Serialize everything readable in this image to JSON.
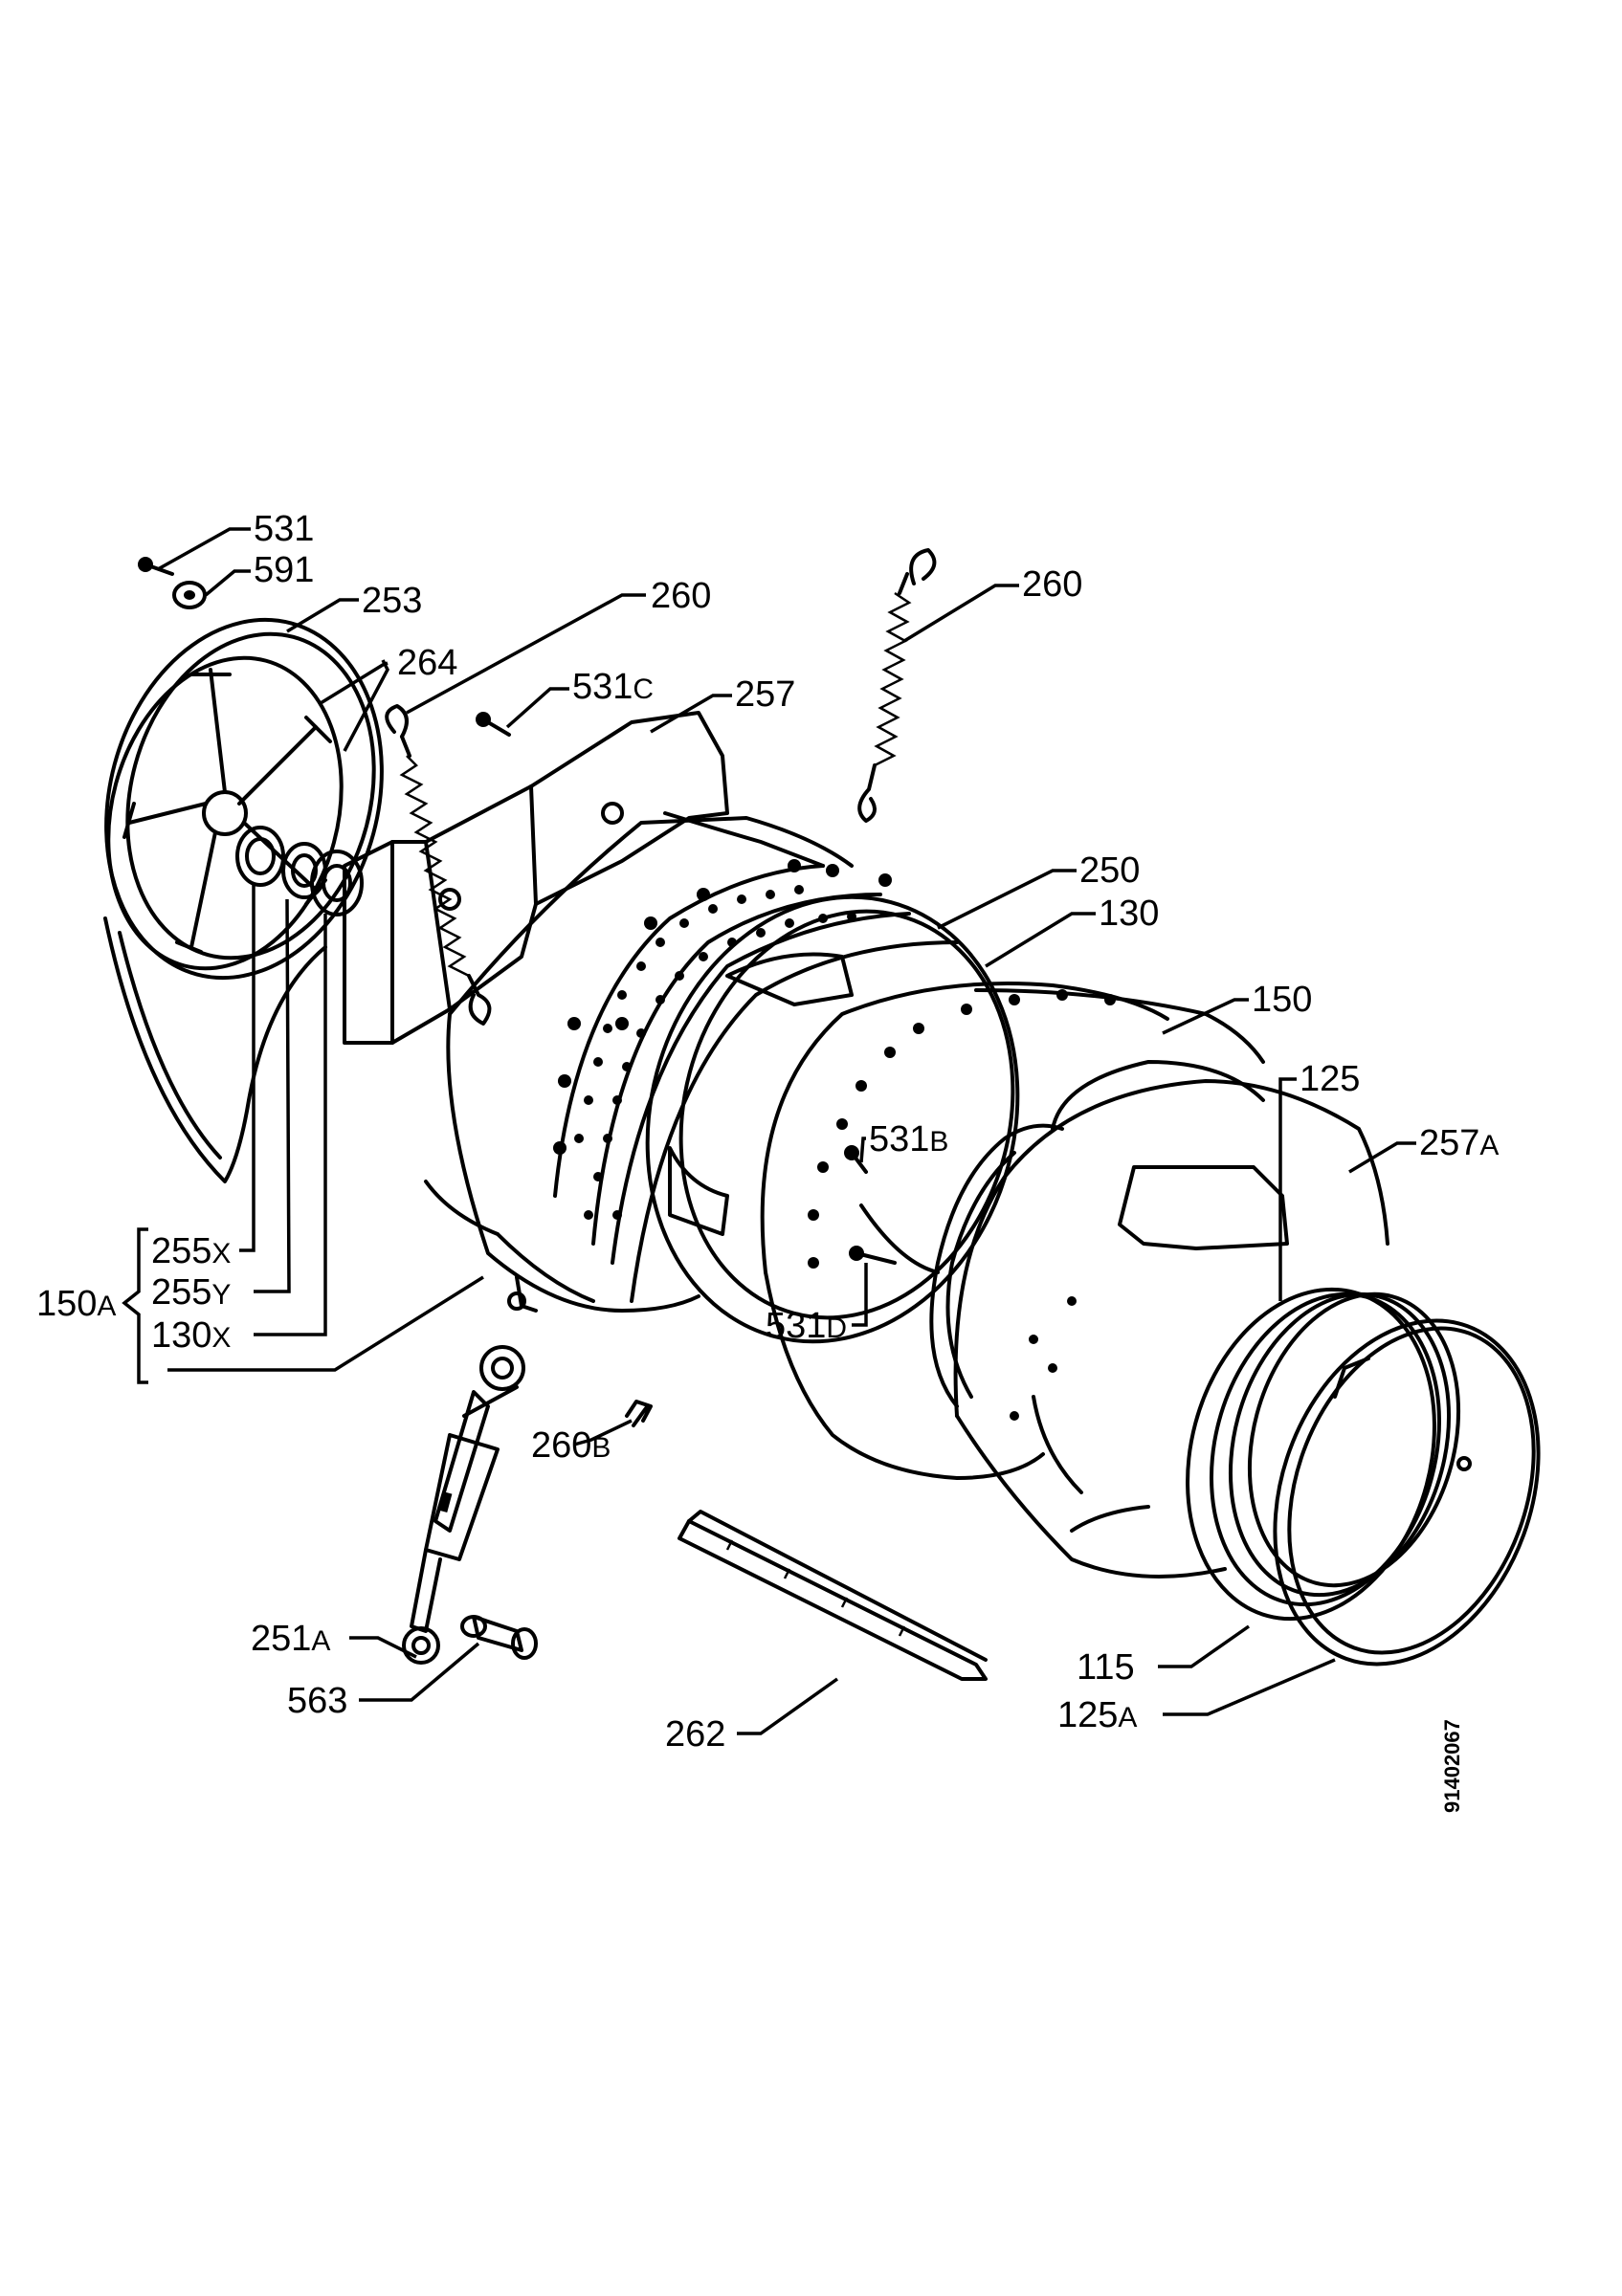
{
  "labels": {
    "p531": {
      "main": "531",
      "suffix": ""
    },
    "p591": {
      "main": "591",
      "suffix": ""
    },
    "p253": {
      "main": "253",
      "suffix": ""
    },
    "p260_left": {
      "main": "260",
      "suffix": ""
    },
    "p264": {
      "main": "264",
      "suffix": ""
    },
    "p531c": {
      "main": "531",
      "suffix": "C"
    },
    "p257": {
      "main": "257",
      "suffix": ""
    },
    "p260_right": {
      "main": "260",
      "suffix": ""
    },
    "p250": {
      "main": "250",
      "suffix": ""
    },
    "p130": {
      "main": "130",
      "suffix": ""
    },
    "p150": {
      "main": "150",
      "suffix": ""
    },
    "p125": {
      "main": "125",
      "suffix": ""
    },
    "p257a": {
      "main": "257",
      "suffix": "A"
    },
    "p531b": {
      "main": "531",
      "suffix": "B"
    },
    "p255x": {
      "main": "255",
      "suffix": "X"
    },
    "p255y": {
      "main": "255",
      "suffix": "Y"
    },
    "p130x": {
      "main": "130",
      "suffix": "X"
    },
    "p150a": {
      "main": "150",
      "suffix": "A"
    },
    "p531d": {
      "main": "531",
      "suffix": "D"
    },
    "p260b": {
      "main": "260",
      "suffix": "B"
    },
    "p251a": {
      "main": "251",
      "suffix": "A"
    },
    "p563": {
      "main": "563",
      "suffix": ""
    },
    "p262": {
      "main": "262",
      "suffix": ""
    },
    "p115": {
      "main": "115",
      "suffix": ""
    },
    "p125a": {
      "main": "125",
      "suffix": "A"
    }
  },
  "document_number": "91402067"
}
